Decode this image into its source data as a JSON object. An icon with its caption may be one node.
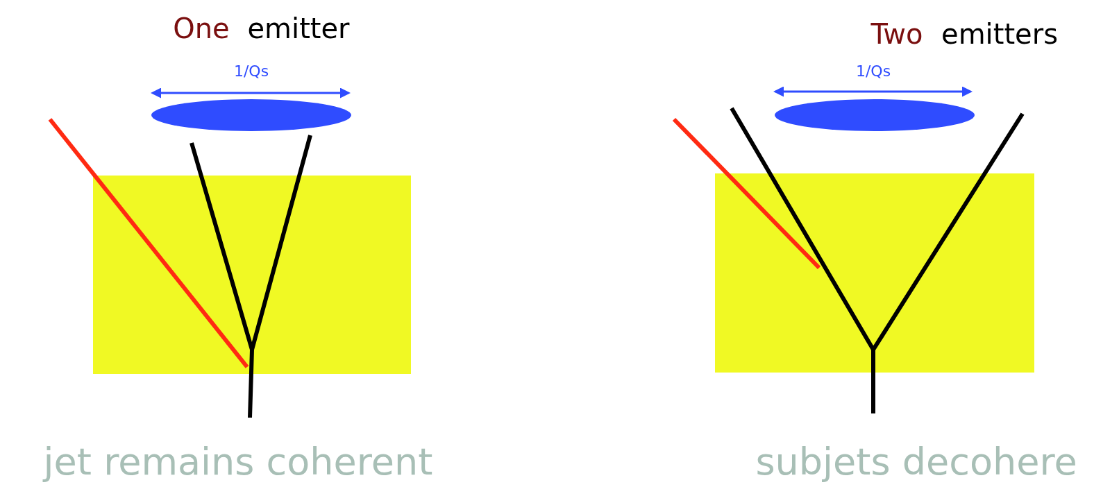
{
  "diagram": {
    "labels": [
      "One",
      "emitter",
      "1/Qs",
      "Two",
      "emitters",
      "1/Qs",
      "jet remains coherent",
      "subjets decohere"
    ]
  }
}
